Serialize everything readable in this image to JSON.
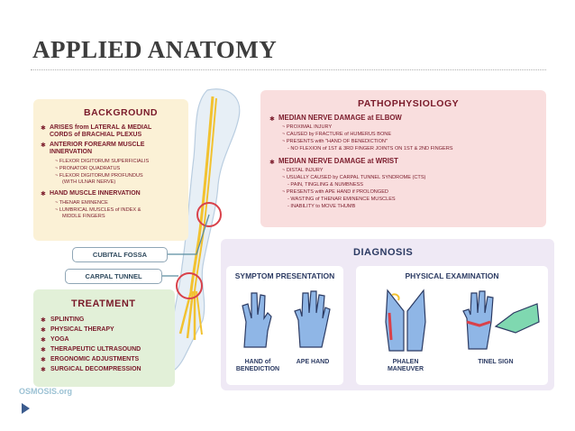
{
  "slide": {
    "title": "APPLIED ANATOMY"
  },
  "background": {
    "title": "BACKGROUND",
    "items": [
      {
        "text": "ARISES from LATERAL & MEDIAL",
        "cont": "CORDS of BRACHIAL PLEXUS"
      },
      {
        "text": "ANTERIOR FOREARM MUSCLE",
        "cont": "INNERVATION"
      },
      {
        "sub": "~ FLEXOR DIGITORUM SUPERFICIALIS"
      },
      {
        "sub": "~ PRONATOR QUADRATUS"
      },
      {
        "sub": "~ FLEXOR DIGITORUM PROFUNDUS",
        "subcont": "(WITH ULNAR NERVE)"
      },
      {
        "text": "HAND MUSCLE INNERVATION"
      },
      {
        "sub": "~ THENAR EMINENCE"
      },
      {
        "sub": "~ LUMBRICAL MUSCLES of INDEX &",
        "subcont": "MIDDLE FINGERS"
      }
    ]
  },
  "pathophysiology": {
    "title": "PATHOPHYSIOLOGY",
    "elbow": {
      "heading": "MEDIAN NERVE DAMAGE at ELBOW",
      "lines": [
        "~ PROXIMAL INJURY",
        "~ CAUSED by FRACTURE of HUMERUS BONE",
        "~ PRESENTS with \"HAND OF BENEDICTION\"",
        "- NO FLEXION of 1ST & 3RD FINGER JOINTS ON 1ST & 2ND FINGERS"
      ]
    },
    "wrist": {
      "heading": "MEDIAN NERVE DAMAGE at WRIST",
      "lines": [
        "~ DISTAL INJURY",
        "~ USUALLY CAUSED by CARPAL TUNNEL SYNDROME (CTS)",
        "- PAIN, TINGLING & NUMBNESS",
        "~ PRESENTS with APE HAND if PROLONGED",
        "- WASTING of THENAR EMINENCE MUSCLES",
        "- INABILITY to MOVE THUMB"
      ]
    }
  },
  "labels": {
    "cubital": "CUBITAL FOSSA",
    "carpal": "CARPAL TUNNEL"
  },
  "treatment": {
    "title": "TREATMENT",
    "items": [
      "SPLINTING",
      "PHYSICAL THERAPY",
      "YOGA",
      "THERAPEUTIC ULTRASOUND",
      "ERGONOMIC ADJUSTMENTS",
      "SURGICAL DECOMPRESSION"
    ]
  },
  "diagnosis": {
    "title": "DIAGNOSIS",
    "symptom": {
      "title": "SYMPTOM PRESENTATION",
      "left_l1": "HAND of",
      "left_l2": "BENEDICTION",
      "right": "APE HAND"
    },
    "exam": {
      "title": "PHYSICAL EXAMINATION",
      "left_l1": "PHALEN",
      "left_l2": "MANEUVER",
      "right": "TINEL SIGN"
    }
  },
  "logo": {
    "text": "OSMOSIS.org"
  },
  "colors": {
    "background_panel": "#fbf1d6",
    "patho_panel": "#f9dede",
    "treatment_panel": "#e2f0d8",
    "diagnosis_panel": "#efe9f5",
    "text_dark": "#7a1a2a",
    "nerve": "#f2c230",
    "circle": "#d9414a"
  }
}
